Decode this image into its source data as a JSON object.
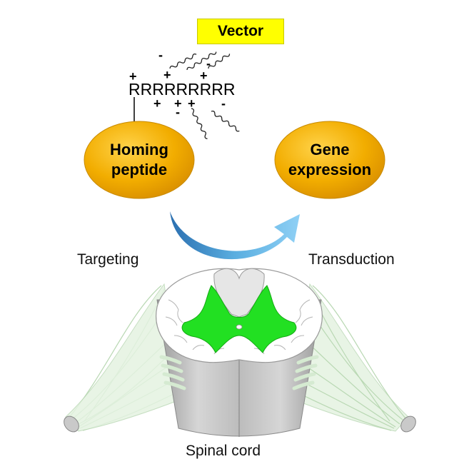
{
  "vector_label": "Vector",
  "peptide_sequence": "RRRRRRRRR",
  "homing_peptide": {
    "line1": "Homing",
    "line2": "peptide"
  },
  "gene_expression": {
    "line1": "Gene",
    "line2": "expression"
  },
  "targeting_label": "Targeting",
  "transduction_label": "Transduction",
  "spinal_cord_label": "Spinal cord",
  "signs": {
    "plus": "+",
    "minus": "-"
  },
  "colors": {
    "vector_box": "#ffff00",
    "oval_fill": "#f0a800",
    "arrow": "#5aaee0",
    "gray_matter_stain": "#22e022",
    "nerve_root": "#dff0dc"
  }
}
